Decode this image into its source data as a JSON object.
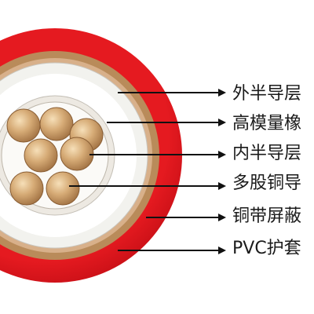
{
  "diagram": {
    "layers": [
      {
        "key": "outer-semicon",
        "label": "外半导层",
        "color": "#f2f2ee"
      },
      {
        "key": "xlpe-insulation",
        "label": "高模量橡",
        "color": "#ffffff"
      },
      {
        "key": "inner-semicon",
        "label": "内半导层",
        "color": "#ede9e2"
      },
      {
        "key": "copper-conductor",
        "label": "多股铜导",
        "color": "#cfa06a"
      },
      {
        "key": "copper-tape-shield",
        "label": "铜带屏蔽",
        "color": "#b98b5a"
      },
      {
        "key": "pvc-sheath",
        "label": "PVC护套",
        "color": "#e0141b"
      }
    ],
    "conductor_strands": 7
  }
}
